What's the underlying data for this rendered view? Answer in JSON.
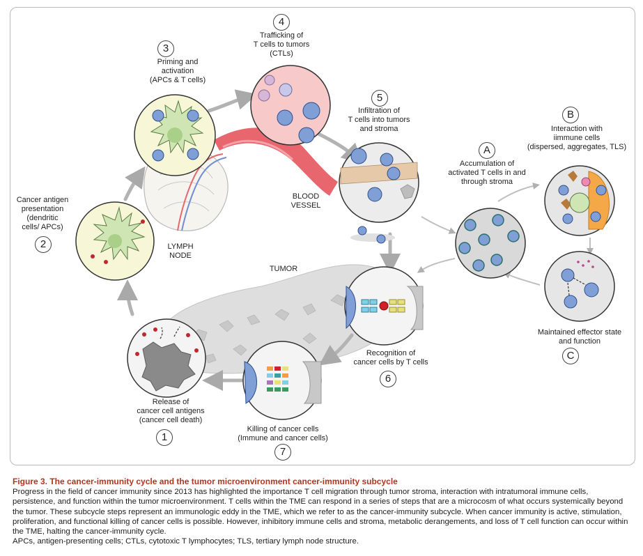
{
  "diagram": {
    "steps": [
      {
        "num": "1",
        "label": "Release of\ncancer cell antigens\n(cancer cell death)"
      },
      {
        "num": "2",
        "label": "Cancer antigen\npresentation\n(dendritic\ncells/ APCs)"
      },
      {
        "num": "3",
        "label": "Priming and\nactivation\n(APCs & T cells)"
      },
      {
        "num": "4",
        "label": "Trafficking of\nT cells to tumors\n(CTLs)"
      },
      {
        "num": "5",
        "label": "Infiltration of\nT cells into tumors\nand stroma"
      },
      {
        "num": "6",
        "label": "Recognition of\ncancer cells by T cells"
      },
      {
        "num": "7",
        "label": "Killing of cancer cells\n(Immune and cancer cells)"
      }
    ],
    "substeps": [
      {
        "letter": "A",
        "label": "Accumulation of\nactivated T cells in and\nthrough stroma"
      },
      {
        "letter": "B",
        "label": "Interaction with\niimmune cells\n(dispersed, aggregates, TLS)"
      },
      {
        "letter": "C",
        "label": "Maintained effector state\nand function"
      }
    ],
    "tissue_labels": {
      "blood_vessel": "BLOOD\nVESSEL",
      "lymph_node": "LYMPH\nNODE",
      "tumor": "TUMOR"
    },
    "colors": {
      "tcell": "#7f9fd6",
      "apc": "#cfe6b4",
      "vessel": "#e8666e",
      "cancer": "#8a8a8a",
      "caption_title": "#b3341f"
    }
  },
  "caption": {
    "title": "Figure 3.  The cancer-immunity cycle and the tumor microenvironment cancer-immunity subcycle",
    "body": "Progress in the field of cancer immunity since 2013 has highlighted the importance T cell migration through tumor stroma, interaction with intratumoral immune cells, persistence, and function within the tumor microenvironment. T cells within the TME can respond in a series of steps that are a microcosm of what occurs systemically beyond the tumor. These subcycle steps represent an immunologic eddy in the TME, which we refer to as the cancer-immunity subcycle. When cancer immunity is active, stimulation, proliferation, and functional killing of cancer cells is possible. However, inhibitory immune cells and stroma, metabolic derangements, and loss of T cell function can occur within the TME, halting the cancer-immunity cycle.",
    "abbreviations": "APCs, antigen-presenting cells; CTLs, cytotoxic T lymphocytes; TLS, tertiary lymph node structure."
  }
}
